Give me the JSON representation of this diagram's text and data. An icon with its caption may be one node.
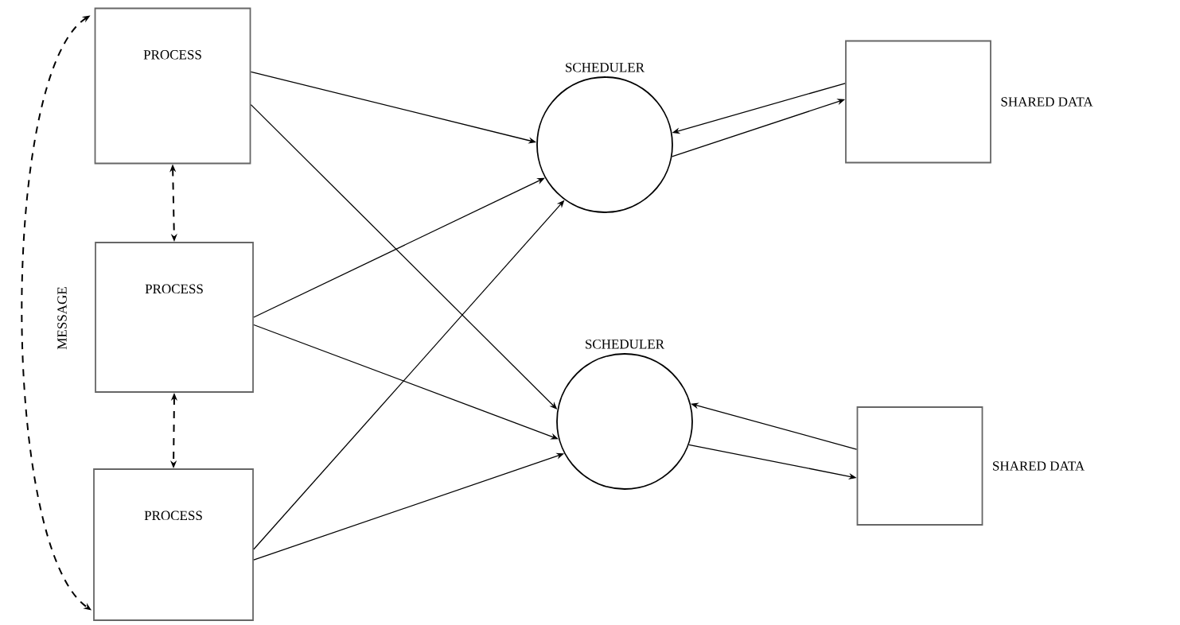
{
  "diagram": {
    "nodes": [
      {
        "text": [
          "PROCESS"
        ]
      },
      {
        "text": [
          "PROCESS"
        ]
      },
      {
        "text": [
          "PROCESS"
        ]
      },
      {
        "text": [
          "SCHEDULER"
        ]
      },
      {
        "text": [
          "SCHEDULER"
        ]
      },
      {
        "text": [
          "SHARED DATA"
        ]
      },
      {
        "text": [
          "SHARED DATA"
        ]
      }
    ],
    "edges": [
      {
        "from": 0,
        "to": 3,
        "arrow": "to"
      },
      {
        "from": 0,
        "to": 4,
        "arrow": "to"
      },
      {
        "from": 1,
        "to": 3,
        "arrow": "to"
      },
      {
        "from": 1,
        "to": 4,
        "arrow": "to"
      },
      {
        "from": 2,
        "to": 3,
        "arrow": "to"
      },
      {
        "from": 2,
        "to": 4,
        "arrow": "to"
      },
      {
        "from": 5,
        "to": 3,
        "arrow": "to"
      },
      {
        "from": 3,
        "to": 5,
        "arrow": "to"
      },
      {
        "from": 6,
        "to": 4,
        "arrow": "to"
      },
      {
        "from": 4,
        "to": 6,
        "arrow": "to"
      },
      {
        "from": 0,
        "to": 1,
        "arrow": "both",
        "style": "dashed"
      },
      {
        "from": 1,
        "to": 2,
        "arrow": "both",
        "style": "dashed"
      },
      {
        "from": 0,
        "to": 2,
        "arrow": "both",
        "style": "dashed",
        "label": "MESSAGE"
      }
    ]
  }
}
